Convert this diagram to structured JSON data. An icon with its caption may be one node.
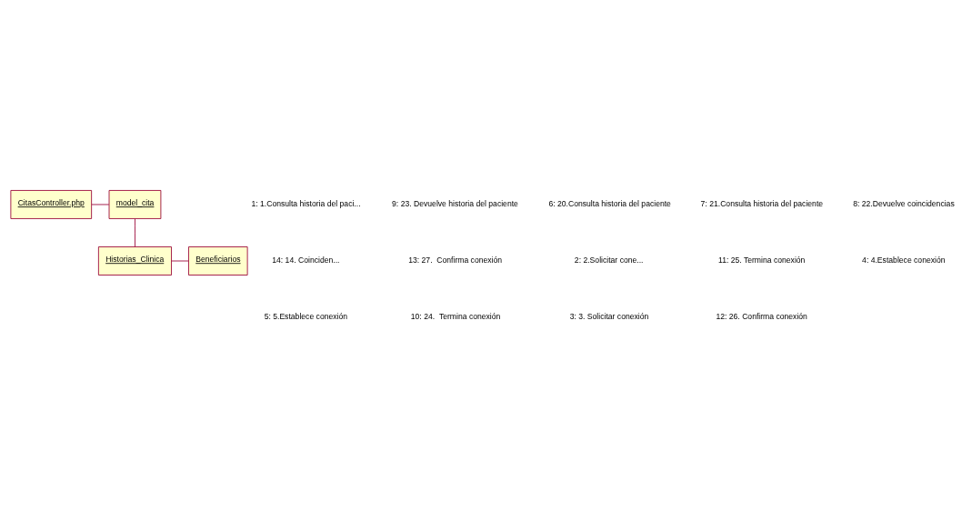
{
  "diagram": {
    "nodes": [
      {
        "text": [
          "CitasController.php"
        ]
      },
      {
        "text": [
          "model_cita"
        ]
      },
      {
        "text": [
          "Historias_Clinica"
        ]
      },
      {
        "text": [
          "Beneficiarios"
        ]
      }
    ],
    "edges": [
      {
        "from": 0,
        "to": 1,
        "arrow": "none"
      },
      {
        "from": 1,
        "to": 2,
        "arrow": "none"
      },
      {
        "from": 2,
        "to": 3,
        "arrow": "none"
      }
    ],
    "labels": [
      "1: 1.Consulta historia del paci...",
      "14: 14. Coinciden...",
      "5: 5.Establece conexión",
      "9: 23. Devuelve historia del paciente",
      "13: 27.  Confirma conexión",
      "10: 24.  Termina conexión",
      "6: 20.Consulta historia del paciente",
      "2: 2.Solicitar cone...",
      "3: 3. Solicitar conexión",
      "7: 21.Consulta historia del paciente",
      "11: 25. Termina conexión",
      "12: 26. Confirma conexión",
      "8: 22.Devuelve coincidencias",
      "4: 4.Establece conexión"
    ]
  }
}
